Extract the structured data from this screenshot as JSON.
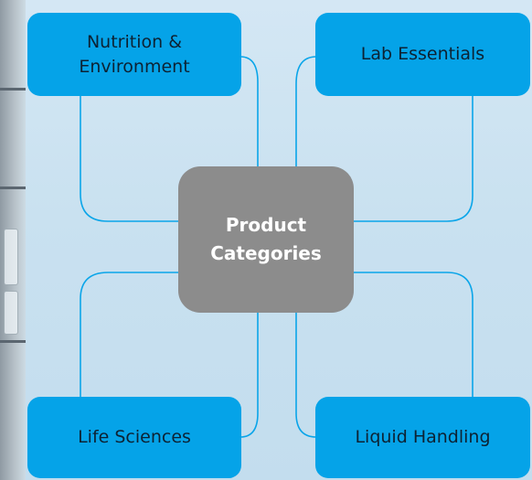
{
  "diagram": {
    "center": {
      "label": "Product Categories"
    },
    "nodes": [
      {
        "id": "nutrition-environment",
        "label": "Nutrition & Environment"
      },
      {
        "id": "lab-essentials",
        "label": "Lab Essentials"
      },
      {
        "id": "life-sciences",
        "label": "Life Sciences"
      },
      {
        "id": "liquid-handling",
        "label": "Liquid Handling"
      }
    ]
  },
  "colors": {
    "node_fill": "#05a3e8",
    "center_fill": "#8c8c8c",
    "connector": "#0aa5e9",
    "background": "#cde3f2"
  }
}
